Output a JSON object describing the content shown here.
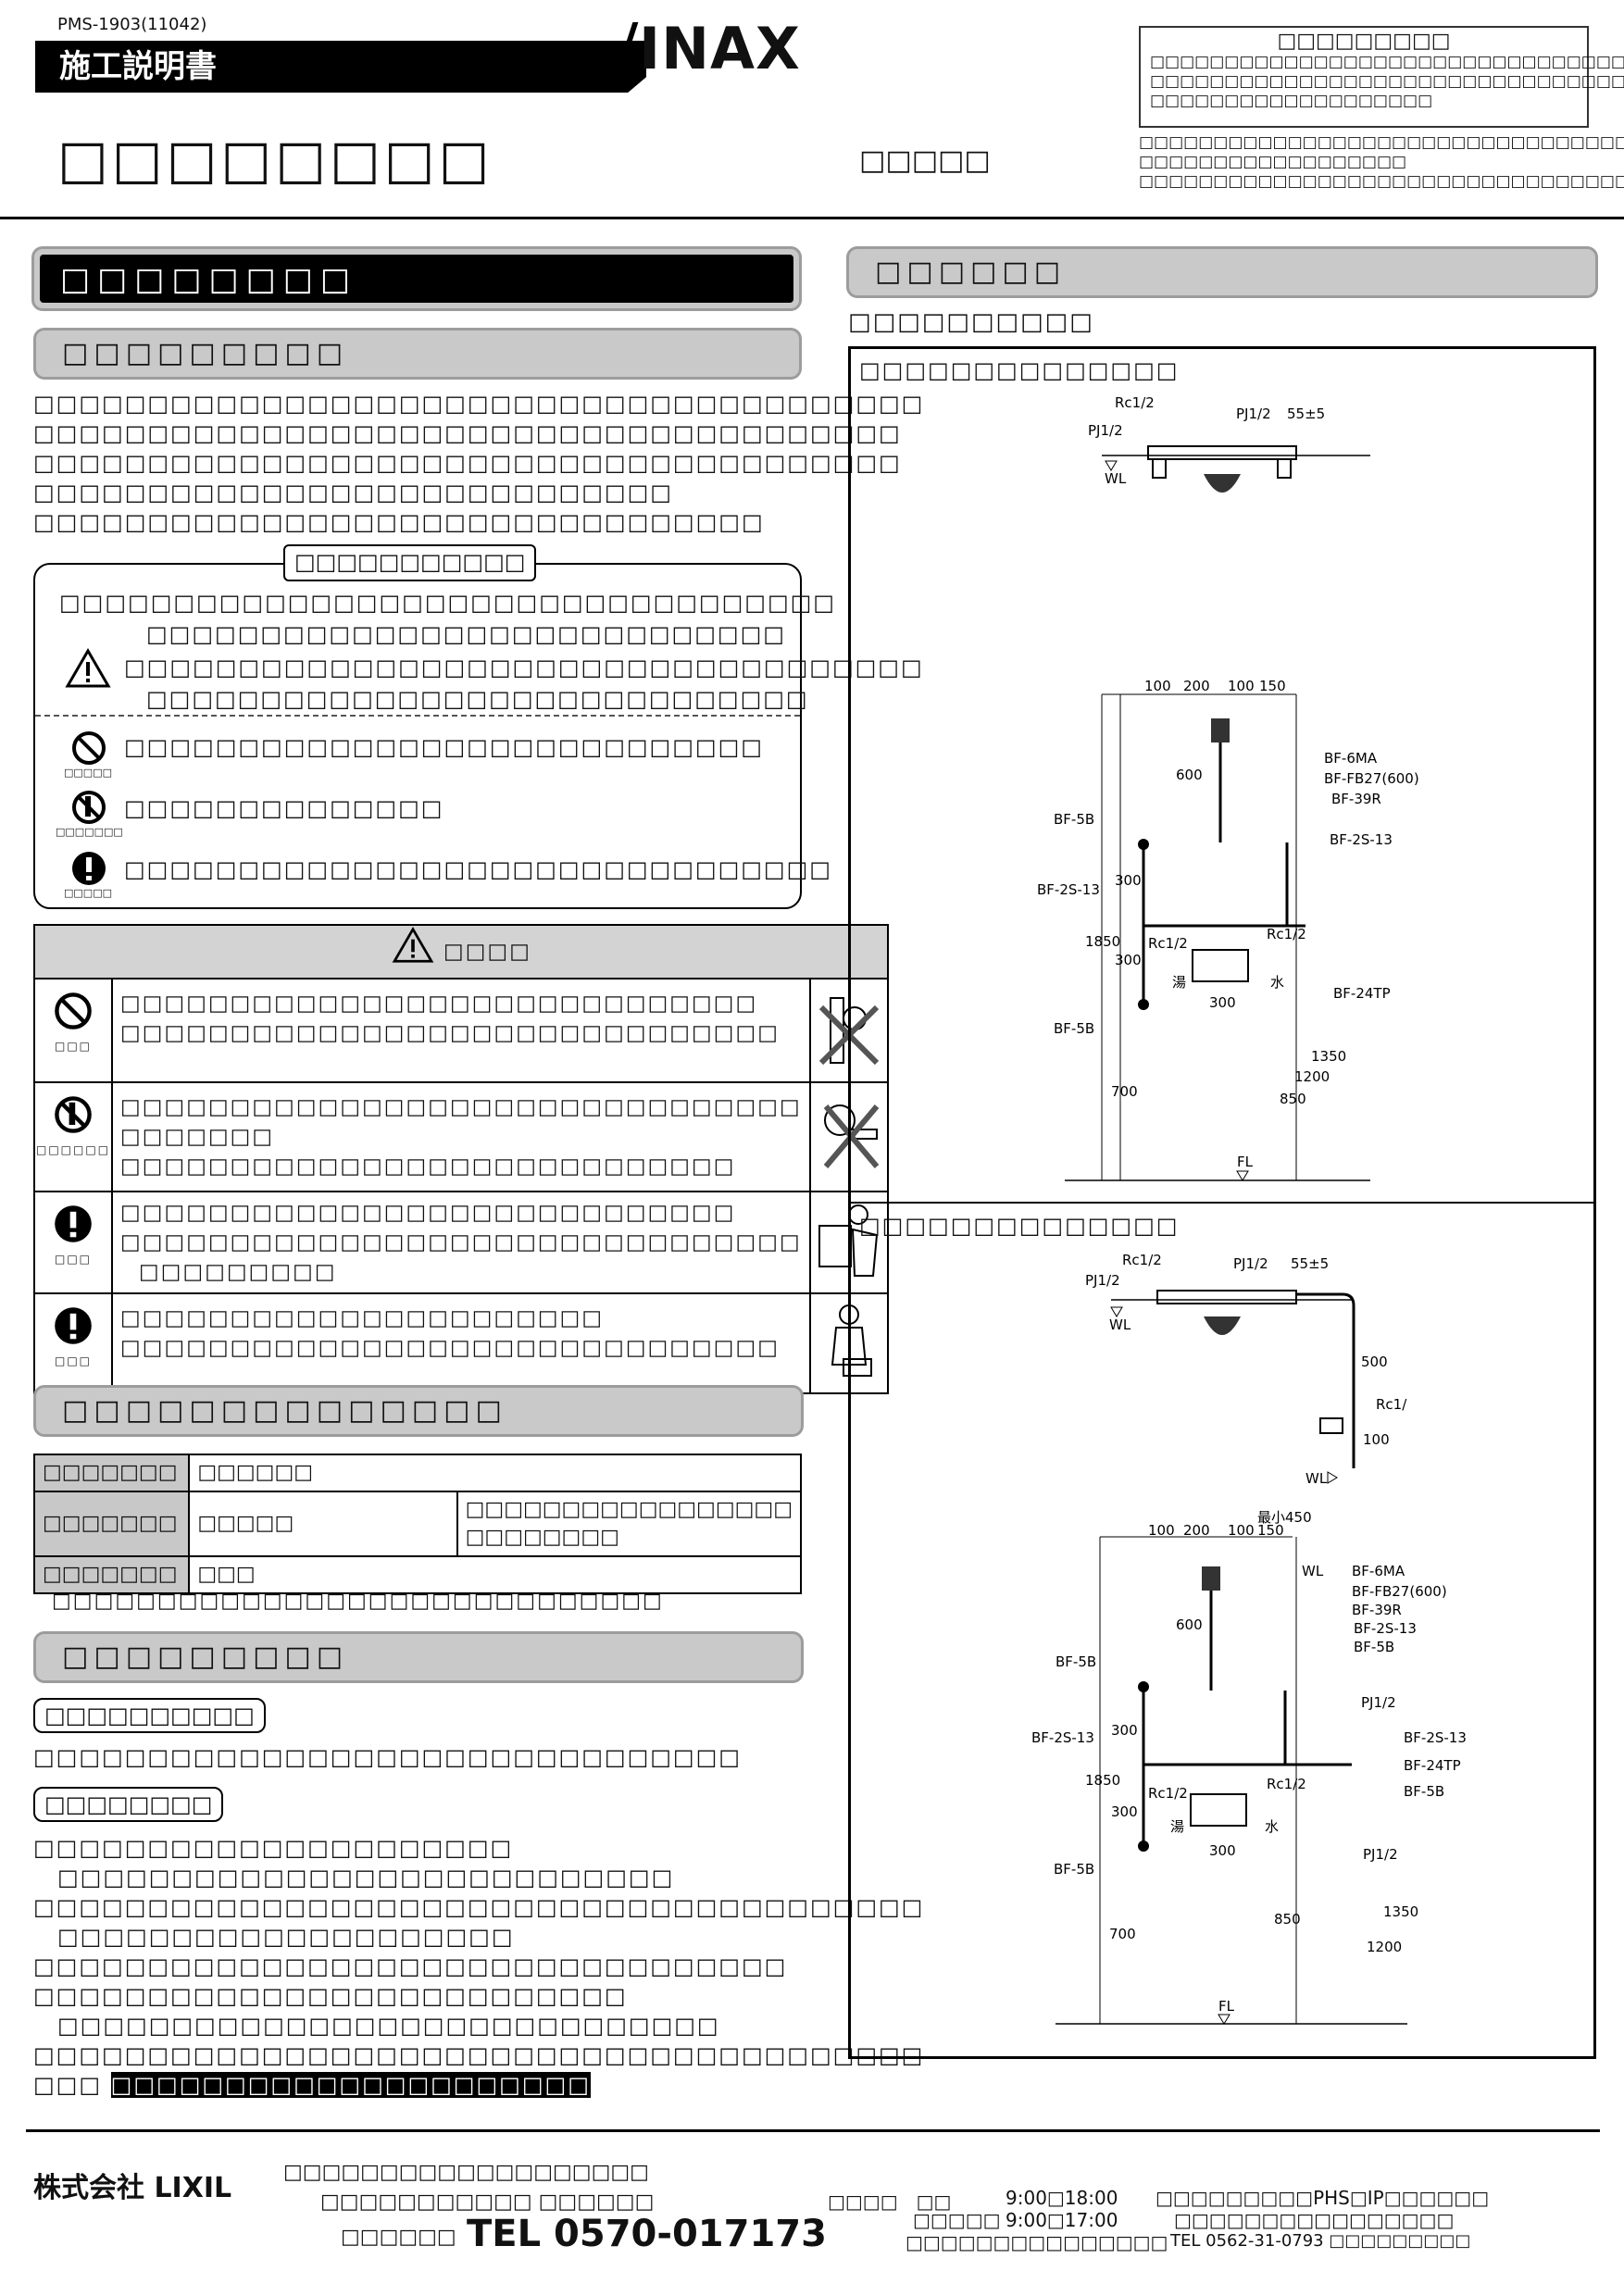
{
  "header": {
    "doc_code": "PMS-1903(11042)",
    "doc_type": "施工説明書",
    "brand": "INAX",
    "product_name": "□□□□□□□□",
    "model": "□□□□□",
    "notice_title": "□□□□□□□□□",
    "notice_lines": [
      "□□□□□□□□□□□□□□□□□□□□□□□□□□□□□□□□",
      "□□□□□□□□□□□□□□□□□□□□□□□□□□□□□□□□",
      "□□□□□□□□□□□□□□□□□□□"
    ],
    "notice_extra": [
      "□□□□□□□□□□□□□□□□□□□□□□□□□□□□□□□□□□□",
      "□□□□□□□□□□□□□□□□□□",
      "□□□□□□□□□□□□□□□□□□□□□□□□□□□□□□□□□□"
    ]
  },
  "left": {
    "main_title": "□□□□□□□□",
    "sec1_title": "□□□□□□□□□",
    "sec1_lines": [
      "□□□□□□□□□□□□□□□□□□□□□□□□□□□□□□□□□□□□□□□",
      "□□□□□□□□□□□□□□□□□□□□□□□□□□□□□□□□□□□□□□",
      "□□□□□□□□□□□□□□□□□□□□□□□□□□□□□□□□□□□□□□",
      "□□□□□□□□□□□□□□□□□□□□□□□□□□□□",
      "□□□□□□□□□□□□□□□□□□□□□□□□□□□□□□□□"
    ],
    "legend_title": "□□□□□□□□□□□",
    "legend_rows": [
      "□□□□□□□□□□□□□□□□□□□□□□□□□□□□□□□□□□",
      "□□□□□□□□□□□□□□□□□□□□□□□□□□□□",
      "□□□□□□□□□□□□□□□□□□□□□□□□□□□□□□□□□□□",
      "□□□□□□□□□□□□□□□□□□□□□□□□□□□□□",
      "□□□□□□□□□□□□□□□□□□□□□□□□□□□□",
      "□□□□□□□□□□□□□□",
      "□□□□□□□□□□□□□□□□□□□□□□□□□□□□□□□"
    ],
    "legend_icon_labels": [
      "□□□□□",
      "□□□□□□□",
      "□□□□□"
    ],
    "warning_head": "□□□□",
    "warnings": [
      {
        "label": "□□□",
        "lines": [
          "□□□□□□□□□□□□□□□□□□□□□□□□□□□□□",
          "□□□□□□□□□□□□□□□□□□□□□□□□□□□□□□"
        ]
      },
      {
        "label": "□□□□□□",
        "lines": [
          "□□□□□□□□□□□□□□□□□□□□□□□□□□□□□□□",
          "□□□□□□□",
          "□□□□□□□□□□□□□□□□□□□□□□□□□□□□"
        ]
      },
      {
        "label": "□□□",
        "lines": [
          "□□□□□□□□□□□□□□□□□□□□□□□□□□□□",
          "□□□□□□□□□□□□□□□□□□□□□□□□□□□□□□□",
          "□□□□□□□□□"
        ]
      },
      {
        "label": "□□□",
        "lines": [
          "□□□□□□□□□□□□□□□□□□□□□□",
          "□□□□□□□□□□□□□□□□□□□□□□□□□□□□□□"
        ]
      }
    ],
    "sec2_title": "□□□□□□□□□□□□□□",
    "spec_rows": [
      {
        "label": "□□□□□□□",
        "value": "□□□□□□",
        "extra": ""
      },
      {
        "label": "□□□□□□□",
        "value": "□□□□□",
        "extra": "□□□□□□□□□□□□□□□□□ □□□□□□□□"
      },
      {
        "label": "□□□□□□□",
        "value": "□□□",
        "extra": ""
      }
    ],
    "spec_note": "□□□□□□□□□□□□□□□□□□□□□□□□□□□□□",
    "sec3_title": "□□□□□□□□□",
    "pill1": "□□□□□□□□□□",
    "pill1_line": "□□□□□□□□□□□□□□□□□□□□□□□□□□□□□□□",
    "pill2": "□□□□□□□□",
    "sec3_lines": [
      "□□□□□□□□□□□□□□□□□□□□□",
      "　□□□□□□□□□□□□□□□□□□□□□□□□□□□",
      "□□□□□□□□□□□□□□□□□□□□□□□□□□□□□□□□□□□□□□□",
      "　□□□□□□□□□□□□□□□□□□□□",
      "□□□□□□□□□□□□□□□□□□□□□□□□□□□□□□□□□",
      "□□□□□□□□□□□□□□□□□□□□□□□□□□",
      "　□□□□□□□□□□□□□□□□□□□□□□□□□□□□□",
      "□□□□□□□□□□□□□□□□□□□□□□□□□□□□□□□□□□□□□□□"
    ],
    "sec3_last_prefix": "□□□",
    "sec3_last_highlight": "□□□□□□□□□□□□□□□□□□□□□"
  },
  "right": {
    "title": "□□□□□□",
    "subtitle": "□□□□□□□□□□",
    "diag1_title": "□□□□□□□□□□□□□□",
    "diag2_title": "□□□□□□□□□□□□□□",
    "labels": {
      "rc": "Rc1/2",
      "pj": "PJ1/2",
      "dim55": "55±5",
      "wl": "WL",
      "fl": "FL",
      "bf6ma": "BF-6MA",
      "bffb27": "BF-FB27(600)",
      "bf39r": "BF-39R",
      "bf2s13": "BF-2S-13",
      "bf5b": "BF-5B",
      "bf24tp": "BF-24TP",
      "hot": "湯",
      "cold": "水",
      "min450": "最小450",
      "d100": "100",
      "d200": "200",
      "d150": "150",
      "d600": "600",
      "d300": "300",
      "d1850": "1850",
      "d700": "700",
      "d850": "850",
      "d1200": "1200",
      "d1350": "1350",
      "d500": "500"
    }
  },
  "footer": {
    "company": "株式会社 LIXIL",
    "line1": "□□□□□□□□□□□□□□□□□□□",
    "line2": "□□□□□□□□□□□ □□□□□□",
    "tel_label": "□□□□□□",
    "tel": "TEL 0570-017173",
    "hours1_label": "□□□□　□□",
    "hours1": "9:00□18:00",
    "hours2_label": "□□□□□",
    "hours2": "9:00□17:00",
    "hours_note": "□□□□□□□□□□□□□□□",
    "phs_line": "□□□□□□□□□PHS□IP□□□□□□",
    "phs_line2": "□□□□□□□□□□□□□□□□",
    "alt_tel": "TEL 0562-31-0793 □□□□□□□□□"
  }
}
